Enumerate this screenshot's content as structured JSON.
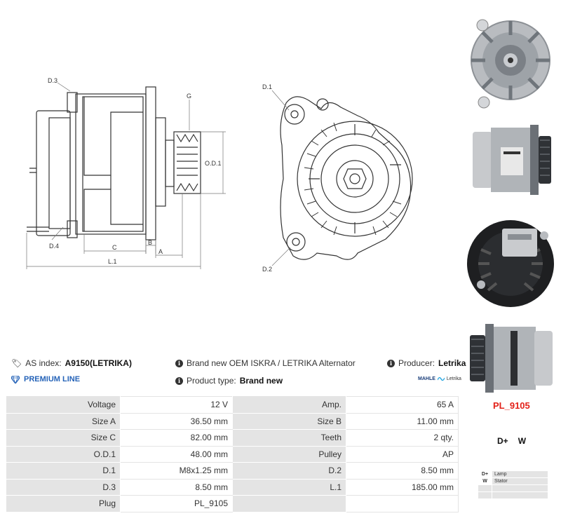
{
  "drawing_labels": {
    "d3": "D.3",
    "d4": "D.4",
    "g": "G",
    "od1": "O.D.1",
    "c": "C",
    "b": "B",
    "a": "A",
    "l1": "L.1",
    "d1": "D.1",
    "d2": "D.2"
  },
  "info": {
    "as_index_label": "AS index:",
    "as_index_value": "A9150(LETRIKA)",
    "description": "Brand new OEM ISKRA / LETRIKA Alternator",
    "producer_label": "Producer:",
    "producer_value": "Letrika",
    "premium_line": "PREMIUM LINE",
    "product_type_label": "Product type:",
    "product_type_value": "Brand new",
    "logo_brand1": "MAHLE",
    "logo_brand2": "Letrika"
  },
  "specs": [
    {
      "k1": "Voltage",
      "v1": "12 V",
      "k2": "Amp.",
      "v2": "65 A"
    },
    {
      "k1": "Size A",
      "v1": "36.50 mm",
      "k2": "Size B",
      "v2": "11.00 mm"
    },
    {
      "k1": "Size C",
      "v1": "82.00 mm",
      "k2": "Teeth",
      "v2": "2 qty."
    },
    {
      "k1": "O.D.1",
      "v1": "48.00 mm",
      "k2": "Pulley",
      "v2": "AP"
    },
    {
      "k1": "D.1",
      "v1": "M8x1.25 mm",
      "k2": "D.2",
      "v2": "8.50 mm"
    },
    {
      "k1": "D.3",
      "v1": "8.50 mm",
      "k2": "L.1",
      "v2": "185.00 mm"
    },
    {
      "k1": "Plug",
      "v1": "PL_9105",
      "k2": "",
      "v2": ""
    }
  ],
  "plug": {
    "code": "PL_9105",
    "terminals": [
      "D+",
      "W"
    ],
    "terminal_rows": [
      {
        "t": "D+",
        "desc": "Lamp"
      },
      {
        "t": "W",
        "desc": "Stator"
      },
      {
        "t": "",
        "desc": ""
      },
      {
        "t": "",
        "desc": ""
      }
    ]
  },
  "colors": {
    "accent_blue": "#2563b8",
    "plug_red": "#e32119",
    "table_grey": "#e4e4e4"
  },
  "icons": [
    "tags-icon",
    "info-icon",
    "diamond-icon"
  ]
}
